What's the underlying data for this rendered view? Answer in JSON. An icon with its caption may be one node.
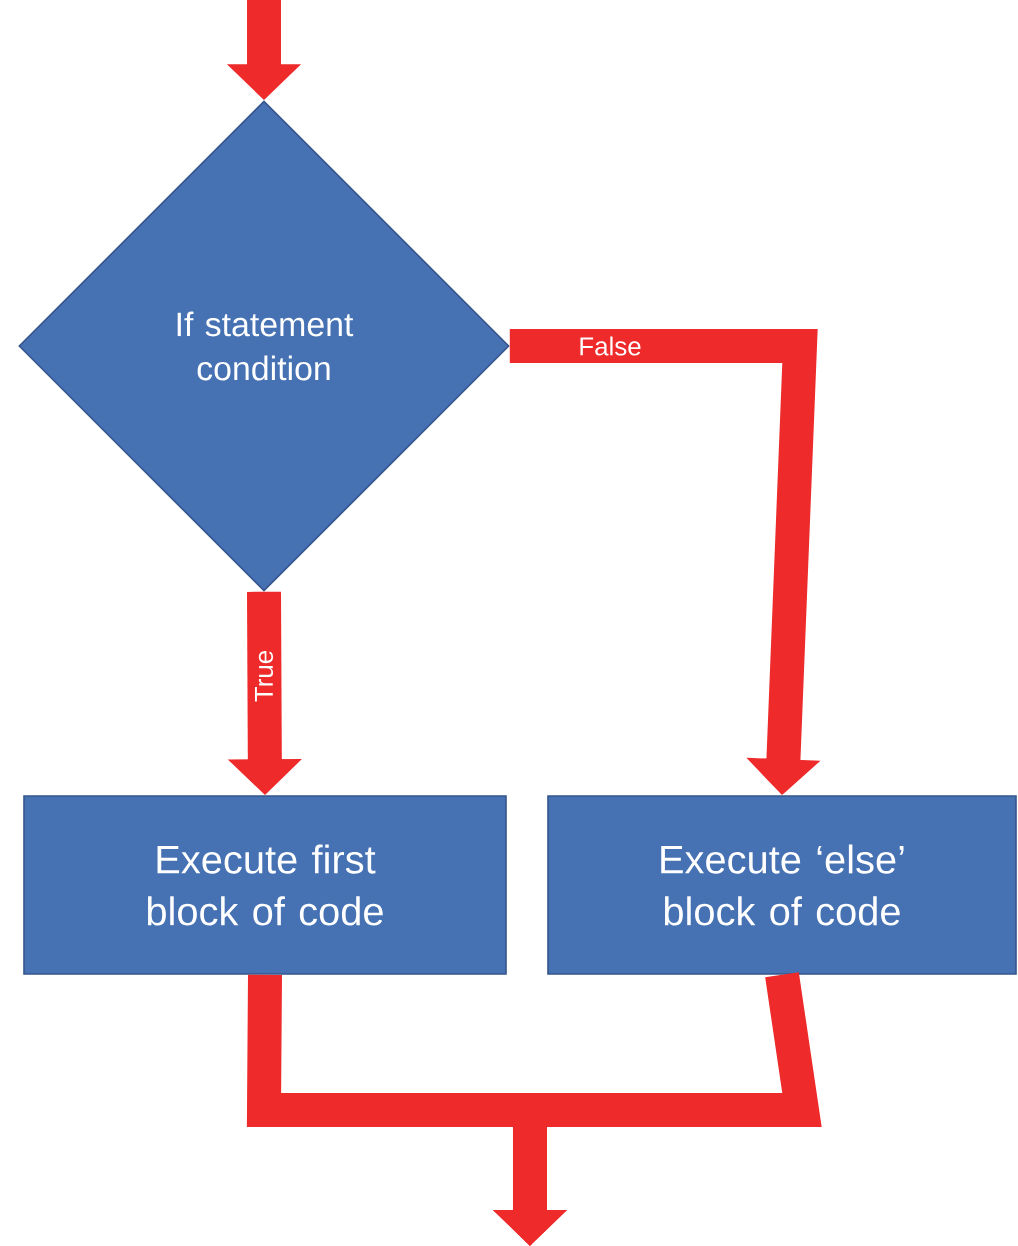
{
  "diagram": {
    "nodes": [
      {
        "text": [
          "If statement condition"
        ]
      },
      {
        "text": [
          "Execute first block of code"
        ]
      },
      {
        "text": [
          "Execute ‘else’ block of code"
        ]
      }
    ],
    "edges": [
      {
        "from": null,
        "to": 0,
        "arrow": "to"
      },
      {
        "from": 0,
        "to": 1,
        "arrow": "to",
        "label": "True"
      },
      {
        "from": 0,
        "to": 2,
        "arrow": "to",
        "label": "False"
      },
      {
        "from": 1,
        "to": null,
        "arrow": "to"
      },
      {
        "from": 2,
        "to": null,
        "arrow": "to"
      }
    ]
  }
}
